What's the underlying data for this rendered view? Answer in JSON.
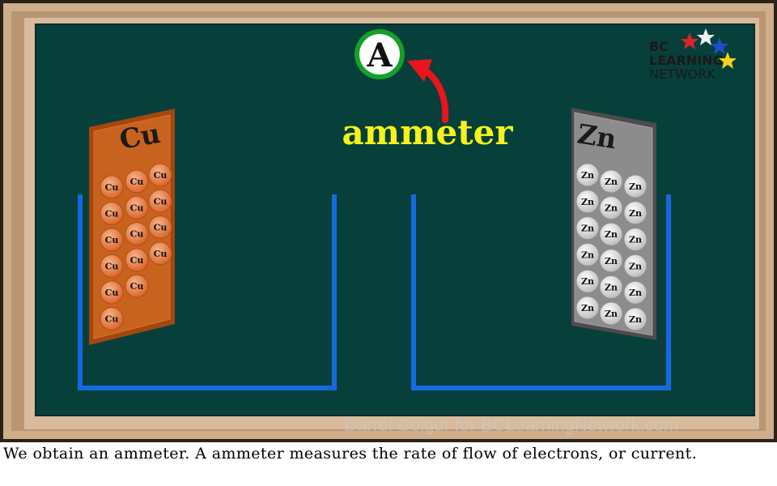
{
  "logo": {
    "line1": "BC",
    "line2": "LEARNING",
    "line3": "NETWORK"
  },
  "ammeter": {
    "symbol": "A",
    "label": "ammeter"
  },
  "electrodes": {
    "copper": {
      "label": "Cu",
      "atom_label": "Cu",
      "atom_count": 15,
      "color": "#c8621f"
    },
    "zinc": {
      "label": "Zn",
      "atom_label": "Zn",
      "atom_count": 18,
      "color": "#8c8c8c"
    }
  },
  "watermark": "Darrol Colgur for BCLearningNetwork.com",
  "caption": "We obtain an ammeter. A ammeter measures the rate of flow of electrons, or current.",
  "colors": {
    "board": "#073f3b",
    "frame": "#c9a986",
    "beaker": "#1569e0",
    "ammeter_ring": "#14a02a",
    "arrow": "#e8141e",
    "label": "#f5f21a"
  }
}
